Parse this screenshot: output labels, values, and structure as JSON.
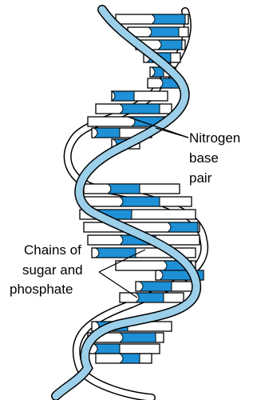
{
  "labels": {
    "nitrogen": [
      "Nitrogen",
      "base",
      "pair"
    ],
    "chains": [
      "Chains of",
      "sugar and",
      "phosphate"
    ]
  },
  "colors": {
    "strand_light": "#a9d6ee",
    "strand_dark": "#8ec6e3",
    "base_blue": "#1e90d6",
    "outline": "#000000",
    "background": "#ffffff"
  }
}
